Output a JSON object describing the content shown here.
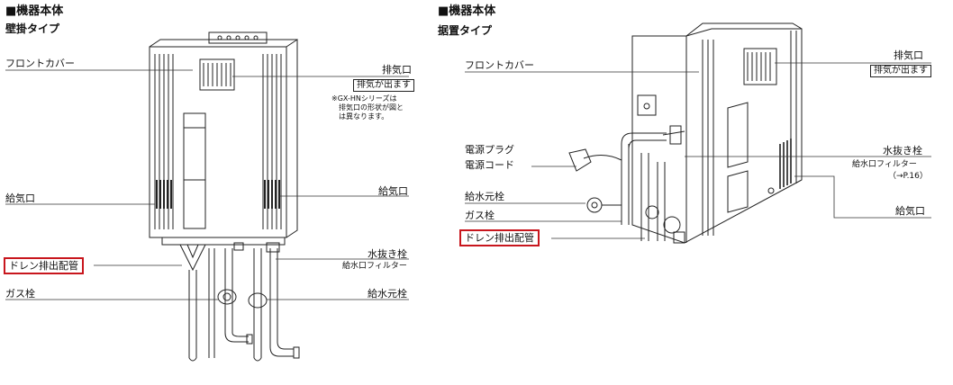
{
  "left": {
    "title": "■機器本体",
    "subtitle": "壁掛タイプ",
    "labels": {
      "front_cover": "フロントカバー",
      "exhaust_port": "排気口",
      "exhaust_note": "排気が出ます",
      "footnote_1": "※GX-HNシリーズは",
      "footnote_2": "排気口の形状が図と",
      "footnote_3": "は異なります。",
      "intake_left": "給気口",
      "intake_right": "給気口",
      "drain_pipe": "ドレン排出配管",
      "gas_valve": "ガス栓",
      "drain_plug": "水抜き栓",
      "inlet_filter": "給水口フィルター",
      "water_valve": "給水元栓"
    }
  },
  "right": {
    "title": "■機器本体",
    "subtitle": "据置タイプ",
    "labels": {
      "front_cover": "フロントカバー",
      "exhaust_port": "排気口",
      "exhaust_note": "排気が出ます",
      "power_plug": "電源プラグ",
      "power_cord": "電源コード",
      "drain_plug": "水抜き栓",
      "inlet_filter": "給水口フィルター",
      "page_ref": "（→P.16）",
      "water_valve": "給水元栓",
      "gas_valve": "ガス栓",
      "drain_pipe": "ドレン排出配管",
      "intake": "給気口"
    }
  },
  "colors": {
    "highlight": "#c8161d",
    "line": "#222222"
  }
}
